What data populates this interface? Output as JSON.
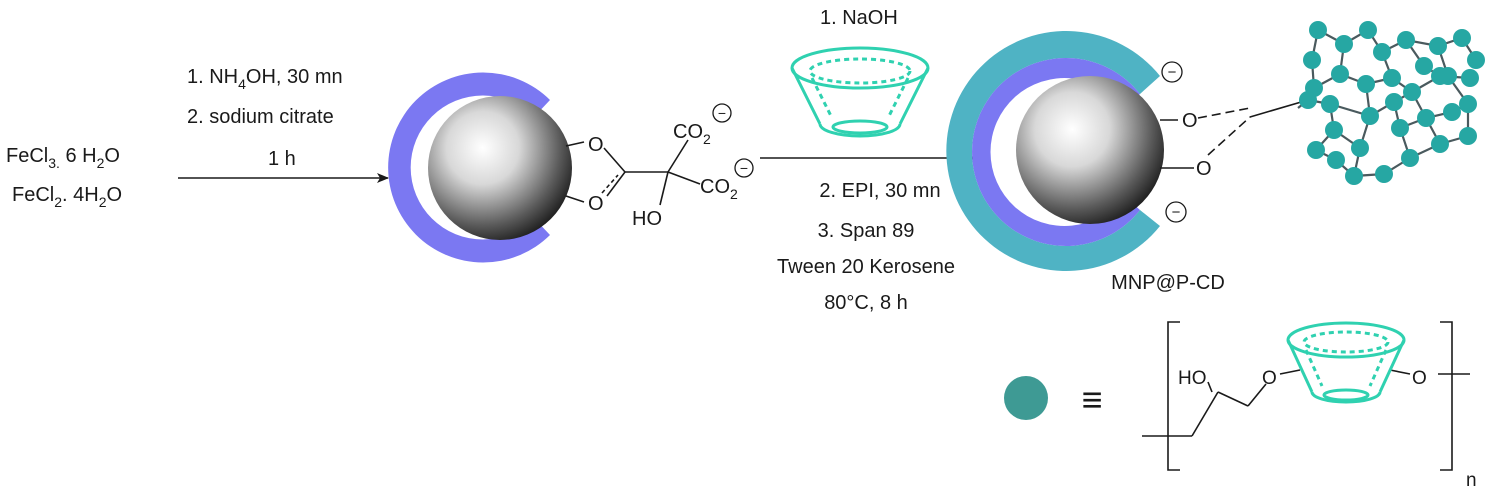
{
  "reagents": {
    "line1": "FeCl",
    "line1_sub": "3.",
    "line1_rest": " 6 H",
    "line1_sub2": "2",
    "line1_end": "O",
    "line2": "FeCl",
    "line2_sub": "2",
    "line2_rest": ". 4H",
    "line2_sub2": "2",
    "line2_end": "O"
  },
  "step1": {
    "cond1_a": "1. NH",
    "cond1_sub": "4",
    "cond1_b": "OH, 30 mn",
    "cond2": "2. sodium citrate",
    "cond3": "1 h"
  },
  "citrate": {
    "o_top": "O",
    "o_bottom": "O",
    "co2_top": "CO",
    "co2_top_sub": "2",
    "co2_bottom": "CO",
    "co2_bottom_sub": "2",
    "ho": "HO",
    "charge": "−"
  },
  "step2": {
    "above": "1. NaOH",
    "below1": "2. EPI, 30 mn",
    "below2": "3. Span 89",
    "below3": "Tween 20 Kerosene",
    "below4": "80°C, 8 h"
  },
  "product": {
    "name": "MNP@P-CD",
    "o_top": "O",
    "o_bottom": "O",
    "charge": "−"
  },
  "legend": {
    "equiv": "≡",
    "ho": "HO",
    "o1": "O",
    "o2": "O",
    "n": "n"
  },
  "colors": {
    "shell_inner": "#7b78f2",
    "shell_outer": "#4fb3c4",
    "cyclodextrin": "#2fd1b0",
    "polymer_node": "#26a7a3",
    "legend_node": "#3e9a94"
  }
}
